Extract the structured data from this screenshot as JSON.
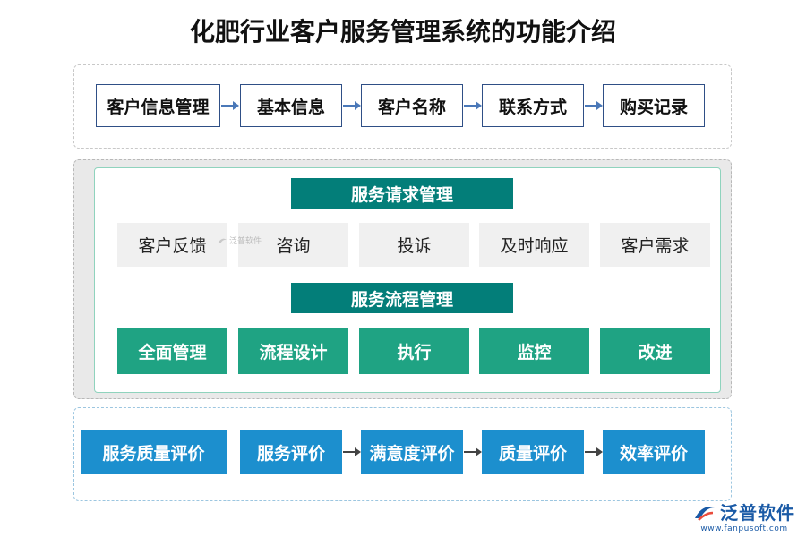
{
  "title": "化肥行业客户服务管理系统的功能介绍",
  "customer_info_flow": [
    "客户信息管理",
    "基本信息",
    "客户名称",
    "联系方式",
    "购买记录"
  ],
  "service_request": {
    "header": "服务请求管理",
    "items": [
      "客户反馈",
      "咨询",
      "投诉",
      "及时响应",
      "客户需求"
    ]
  },
  "service_process": {
    "header": "服务流程管理",
    "items": [
      "全面管理",
      "流程设计",
      "执行",
      "监控",
      "改进"
    ]
  },
  "service_quality_flow": [
    "服务质量评价",
    "服务评价",
    "满意度评价",
    "质量评价",
    "效率评价"
  ],
  "watermark": "泛普软件",
  "logo": {
    "name": "泛普软件",
    "url": "www.fanpusoft.com"
  },
  "colors": {
    "outline": "#2f4f86",
    "teal_header": "#037e79",
    "green": "#1fa383",
    "blue": "#1c8fce",
    "grey": "#f0f0f0"
  }
}
